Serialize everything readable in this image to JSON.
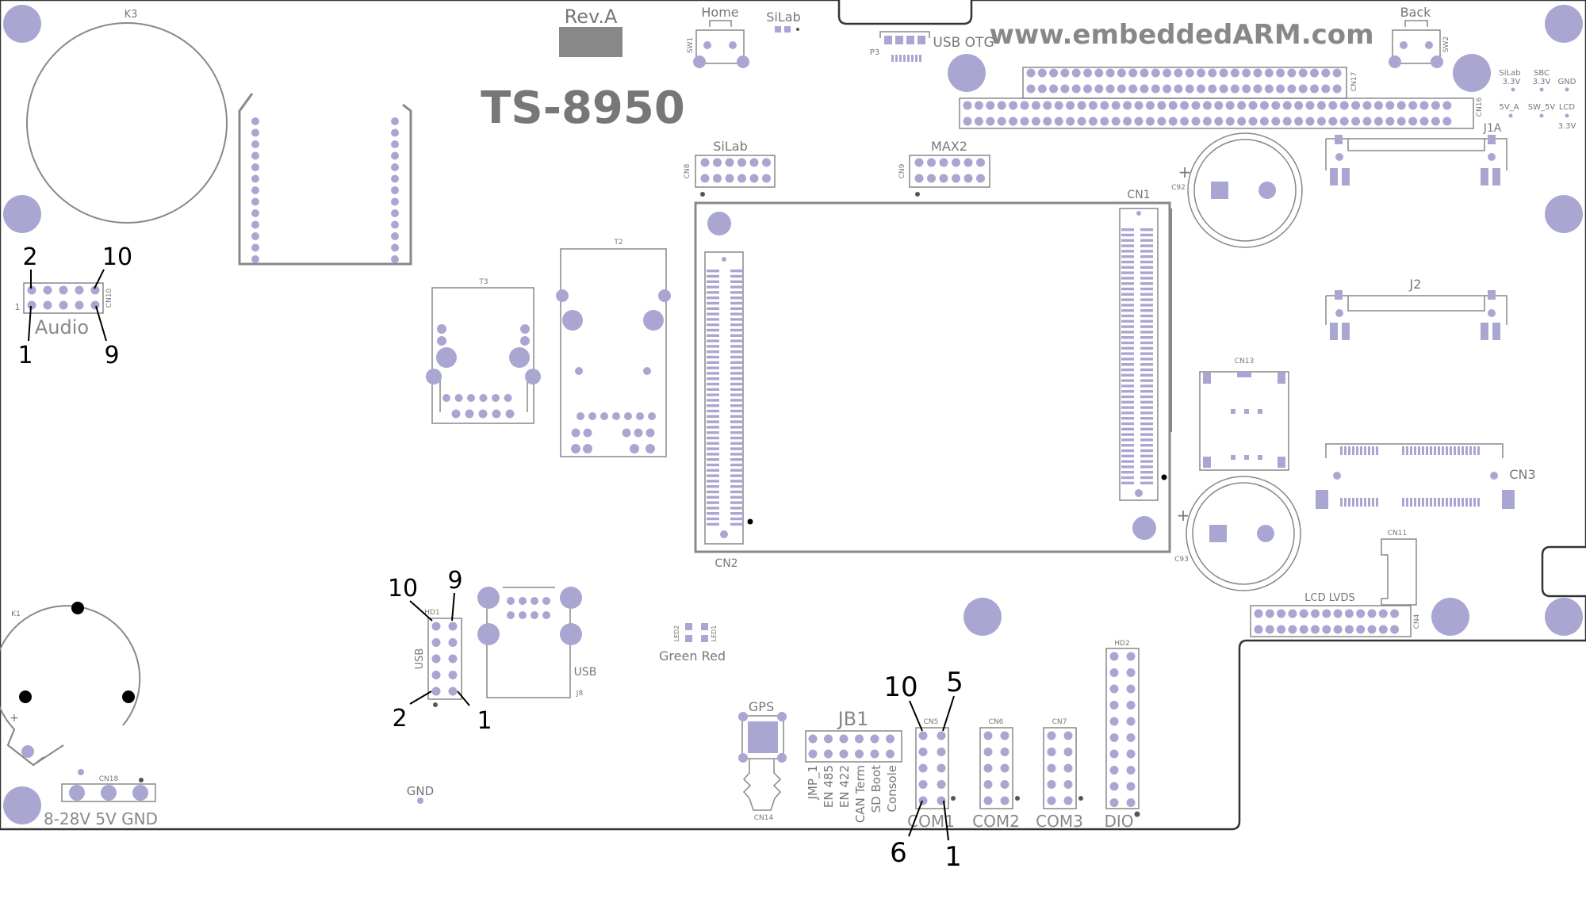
{
  "colors": {
    "outline": "#333333",
    "silk": "#999999",
    "pad": "#aaa6d2",
    "hole": "#000000",
    "label": "#000000"
  },
  "board": {
    "revision": "Rev.A",
    "model": "TS-8950",
    "website": "www.embeddedARM.com"
  },
  "labels": {
    "k3": "K3",
    "k1": "K1",
    "home": "Home",
    "sw1": "SW1",
    "silab_top": "SiLab",
    "usb_otg": "USB OTG",
    "p3": "P3",
    "back": "Back",
    "sw2": "SW2",
    "silab_33": "SiLab",
    "v33a": "3.3V",
    "sbc": "SBC",
    "v33b": "3.3V",
    "gnd_top": "GND",
    "v5a": "5V_A",
    "sw5v": "SW_5V",
    "lcd": "LCD",
    "v33c": "3.3V",
    "cn17": "CN17",
    "cn16": "CN16",
    "j1a": "J1A",
    "j2": "J2",
    "cn3": "CN3",
    "cn13": "CN13",
    "cn11": "CN11",
    "lcd_lvds": "LCD LVDS",
    "cn4": "CN4",
    "silab_cn8": "SiLab",
    "cn8": "CN8",
    "max2": "MAX2",
    "cn9": "CN9",
    "cn1": "CN1",
    "cn2": "CN2",
    "c92": "C92",
    "c93": "C93",
    "plus": "+",
    "t2": "T2",
    "t3": "T3",
    "audio": "Audio",
    "cn10": "CN10",
    "one_small": "1",
    "hd1": "HD1",
    "usb_left": "USB",
    "usb_right": "USB",
    "j8": "J8",
    "gnd_bottom": "GND",
    "led2": "LED2",
    "led1": "LED1",
    "green_red": "Green Red",
    "gps": "GPS",
    "cn14": "CN14",
    "jb1": "JB1",
    "jmp1": "JMP_1",
    "en485": "EN 485",
    "en422": "EN 422",
    "canterm": "CAN Term",
    "sdboot": "SD Boot",
    "console": "Console",
    "cn5": "CN5",
    "com1": "COM1",
    "cn6": "CN6",
    "com2": "COM2",
    "cn7": "CN7",
    "com3": "COM3",
    "hd2": "HD2",
    "dio": "DIO",
    "cn18": "CN18",
    "power": "8-28V 5V GND",
    "k1plus": "+"
  },
  "pin_callouts": {
    "audio": {
      "p2": "2",
      "p10": "10",
      "p1": "1",
      "p9": "9"
    },
    "usb_header": {
      "p10": "10",
      "p9": "9",
      "p2": "2",
      "p1": "1"
    },
    "com1": {
      "p10": "10",
      "p5": "5",
      "p6": "6",
      "p1": "1"
    }
  }
}
